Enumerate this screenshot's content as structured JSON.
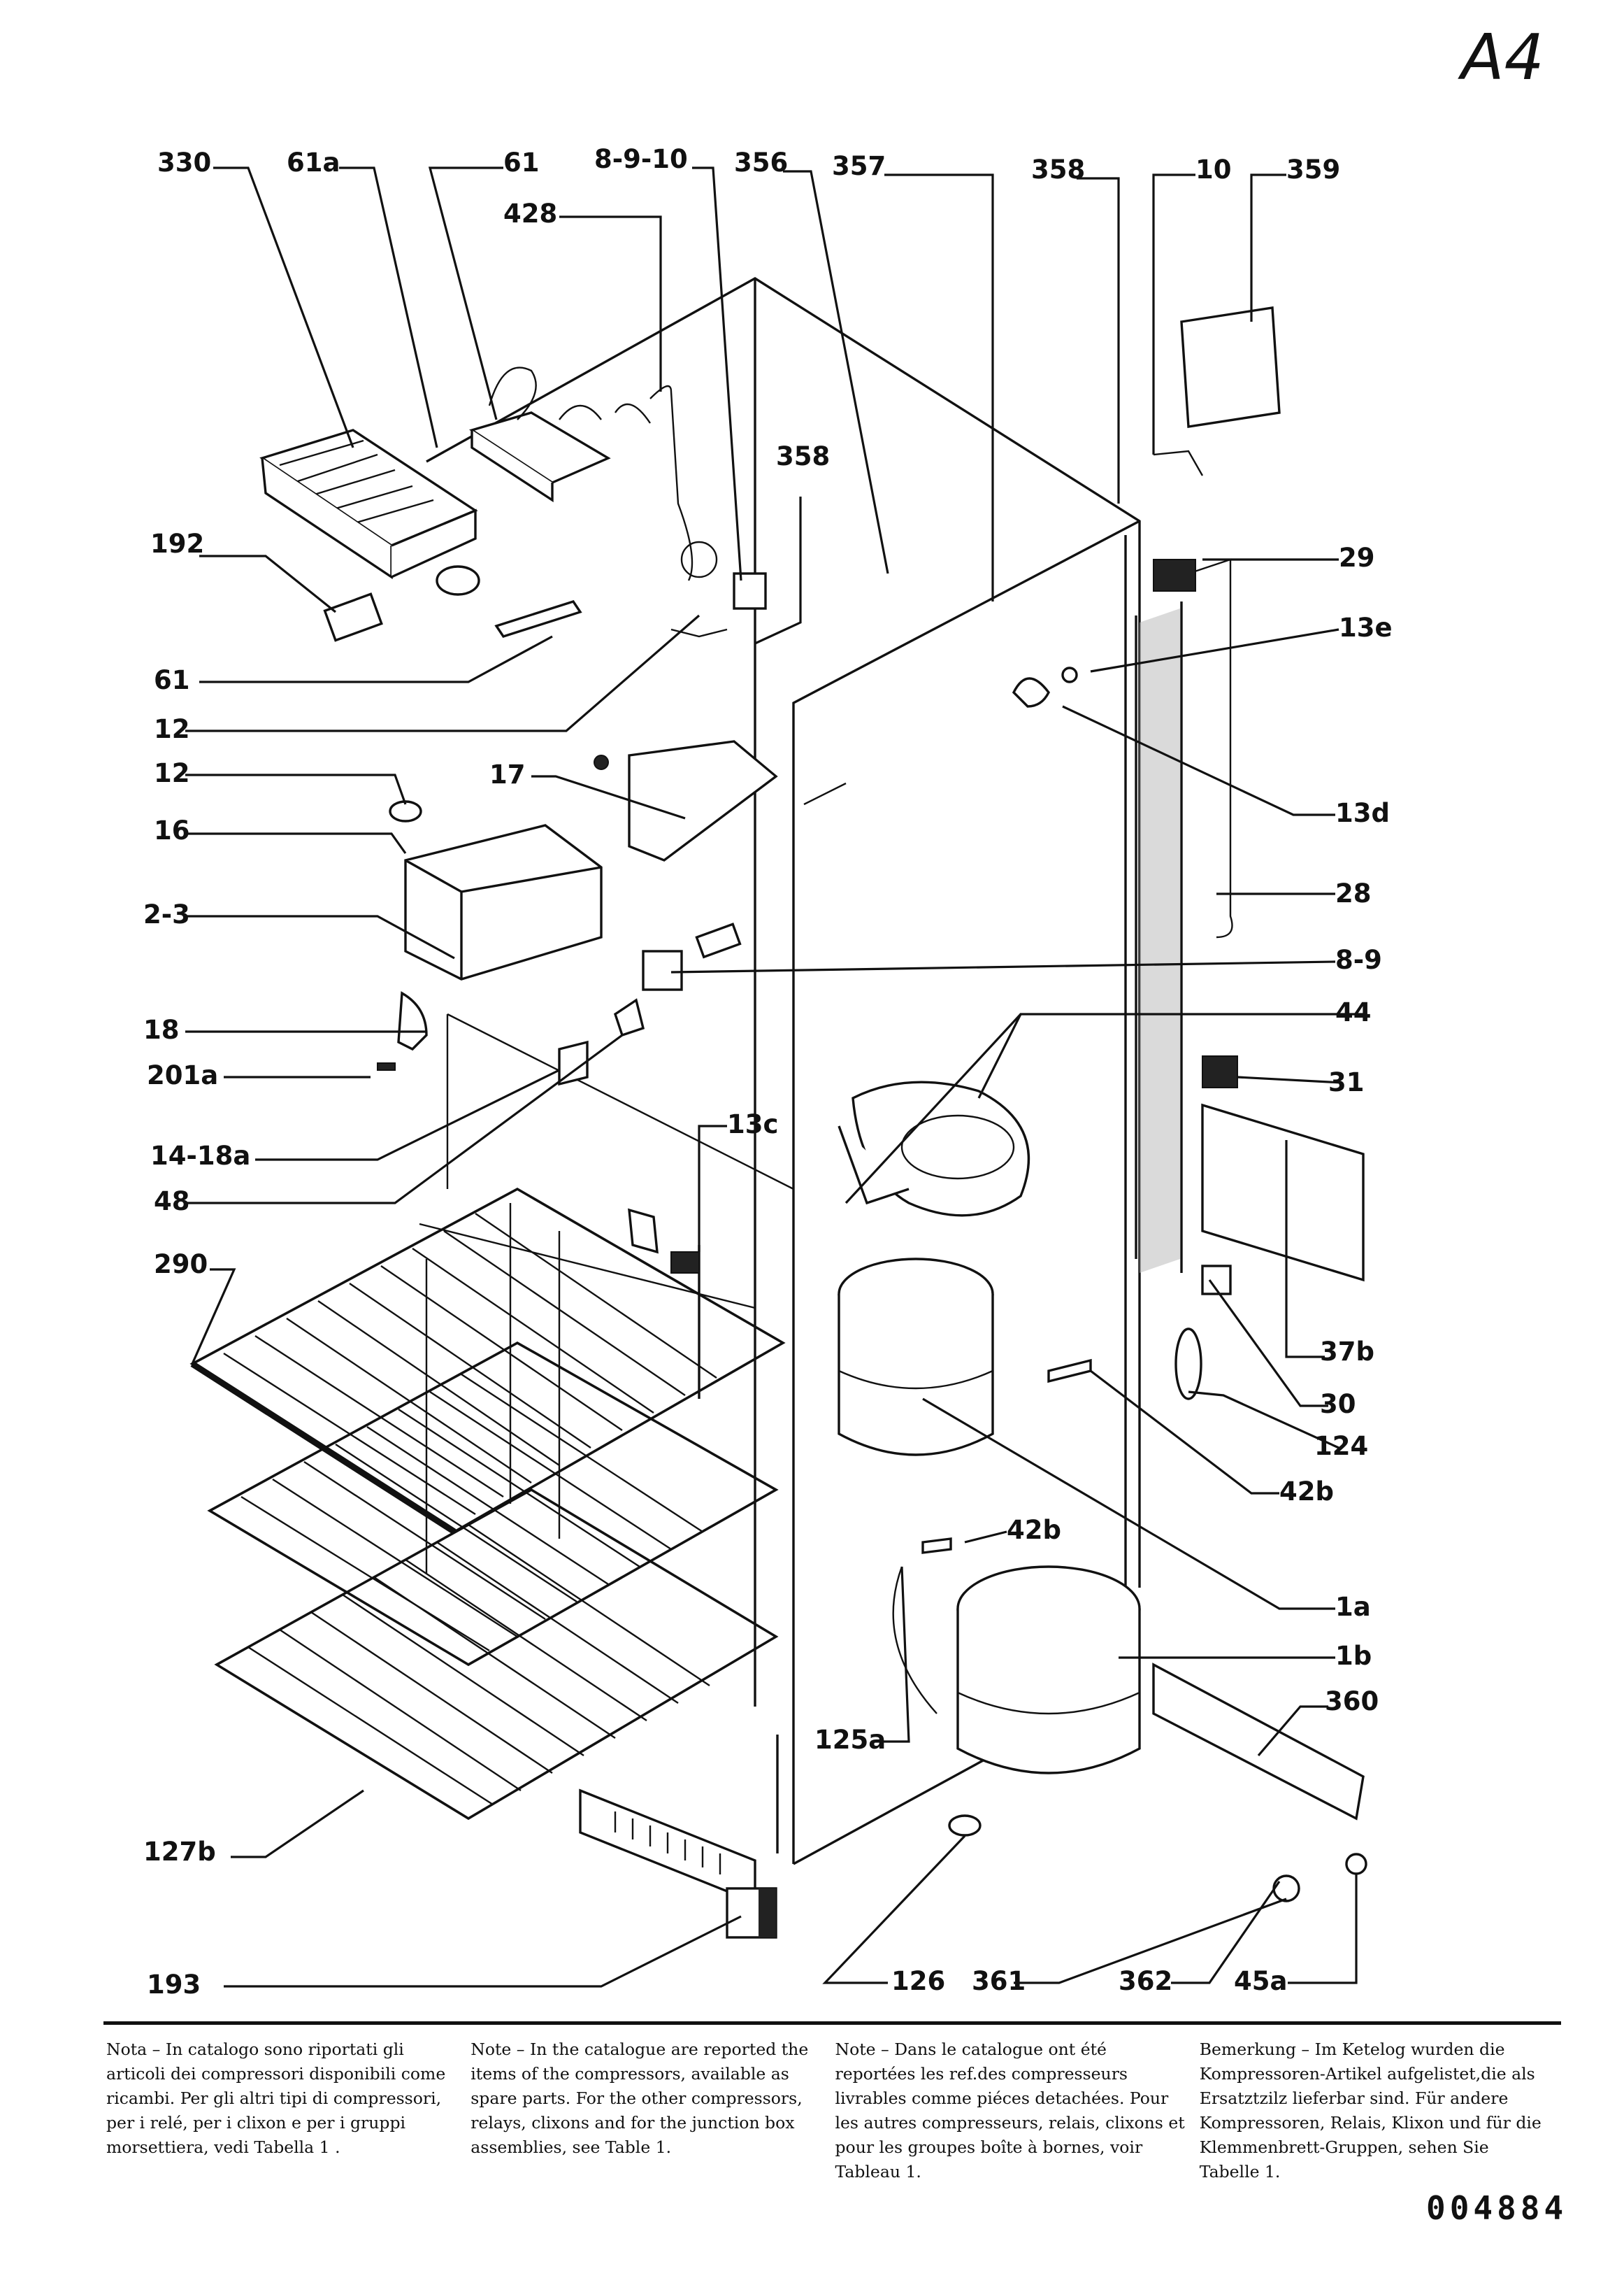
{
  "page_code": "A4",
  "drawing_number": "004884",
  "labels": {
    "l330": "330",
    "l61a": "61a",
    "l61_top": "61",
    "l8910": "8-9-10",
    "l356": "356",
    "l357": "357",
    "l358_top": "358",
    "l10": "10",
    "l359": "359",
    "l428": "428",
    "l358_mid": "358",
    "l192": "192",
    "l29": "29",
    "l13e": "13e",
    "l61_left": "61",
    "l12_a": "12",
    "l12_b": "12",
    "l17": "17",
    "l13d": "13d",
    "l16": "16",
    "l28": "28",
    "l23": "2-3",
    "l89": "8-9",
    "l44": "44",
    "l18": "18",
    "l201a": "201a",
    "l31": "31",
    "l1418a": "14-18a",
    "l48": "48",
    "l13c": "13c",
    "l290": "290",
    "l37b": "37b",
    "l30": "30",
    "l124": "124",
    "l42b_right": "42b",
    "l42b_mid": "42b",
    "l1a": "1a",
    "l1b": "1b",
    "l360": "360",
    "l125a": "125a",
    "l127b": "127b",
    "l193": "193",
    "l126": "126",
    "l361": "361",
    "l362": "362",
    "l45a": "45a"
  },
  "notes": {
    "italian": "Nota – In catalogo sono riportati gli articoli dei compressori disponibili come ricambi. Per gli altri tipi di compressori, per i relé, per i clixon e per i gruppi morsettiera, vedi Tabella 1 .",
    "english": "Note – In the catalogue are reported the items of the compressors, available as spare parts. For the other compressors, relays, clixons and for the junction box assemblies, see Table 1.",
    "french": "Note – Dans le catalogue ont été reportées les ref.des compresseurs livrables comme piéces detachées. Pour les autres compresseurs, relais, clixons et pour les groupes boîte à bornes, voir Tableau 1.",
    "german": "Bemerkung – Im Ketelog wurden die Kompressoren-Artikel aufgelistet,die als Ersatztzilz lieferbar sind. Für andere Kompressoren, Relais, Klixon und für die Klemmenbrett-Gruppen, sehen Sie Tabelle 1."
  }
}
